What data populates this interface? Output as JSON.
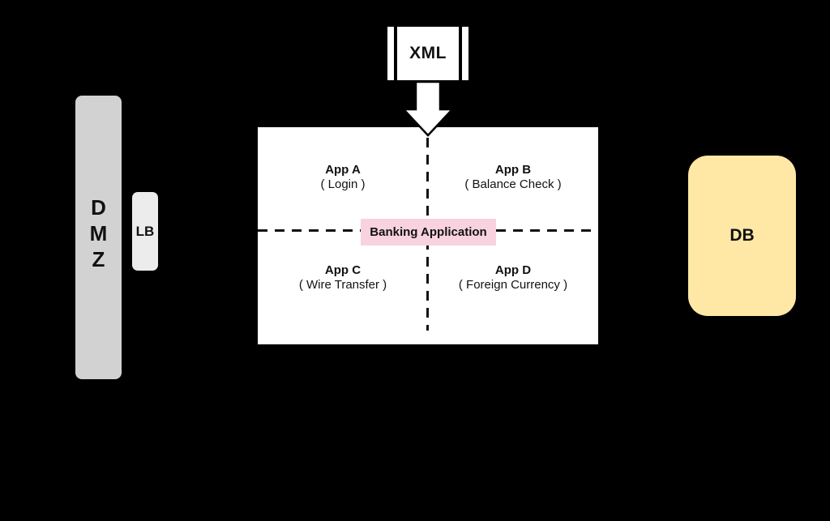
{
  "diagram": {
    "xml_label": "XML",
    "dmz_letters": [
      "D",
      "M",
      "Z"
    ],
    "lb_label": "LB",
    "db_label": "DB",
    "banking_label": "Banking Application",
    "quadrants": [
      {
        "name": "App A",
        "subtitle": "( Login )"
      },
      {
        "name": "App B",
        "subtitle": "( Balance Check )"
      },
      {
        "name": "App C",
        "subtitle": "( Wire Transfer )"
      },
      {
        "name": "App D",
        "subtitle": "( Foreign Currency )"
      }
    ],
    "colors": {
      "background": "#000000",
      "dmz_fill": "#d2d2d2",
      "lb_fill": "#ececec",
      "db_fill": "#ffe8a5",
      "banking_fill": "#f8d2de",
      "panel_fill": "#ffffff",
      "line": "#111111"
    }
  }
}
